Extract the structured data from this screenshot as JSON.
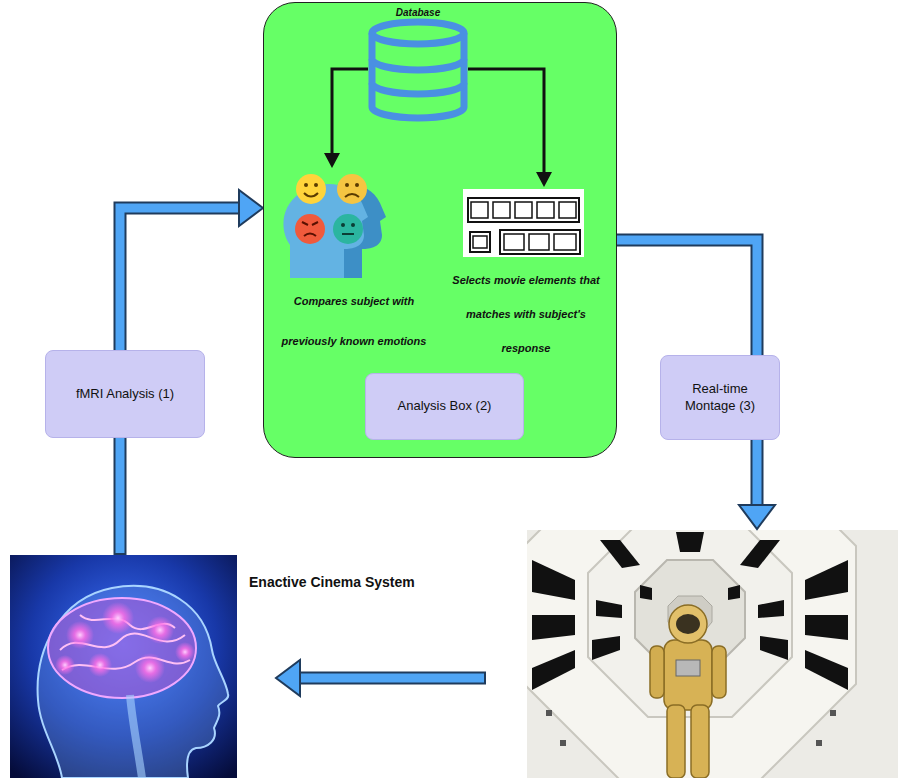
{
  "diagram": {
    "nodes": [
      {
        "text": [
          "Database",
          "Compares subject with previously known emotions",
          "Selects movie elements that matches with subject's response"
        ]
      },
      {
        "text": [
          "Analysis Box (2)"
        ],
        "in": 0
      },
      {
        "text": [
          "fMRI Analysis (1)"
        ]
      },
      {
        "text": [
          "Real-time Montage (3)"
        ]
      }
    ],
    "edges": [
      {
        "from": 2,
        "to": 0,
        "arrow": "to"
      },
      {
        "from": 0,
        "to": 3,
        "arrow": "none"
      }
    ],
    "labels": [
      "Enactive Cinema System"
    ]
  }
}
